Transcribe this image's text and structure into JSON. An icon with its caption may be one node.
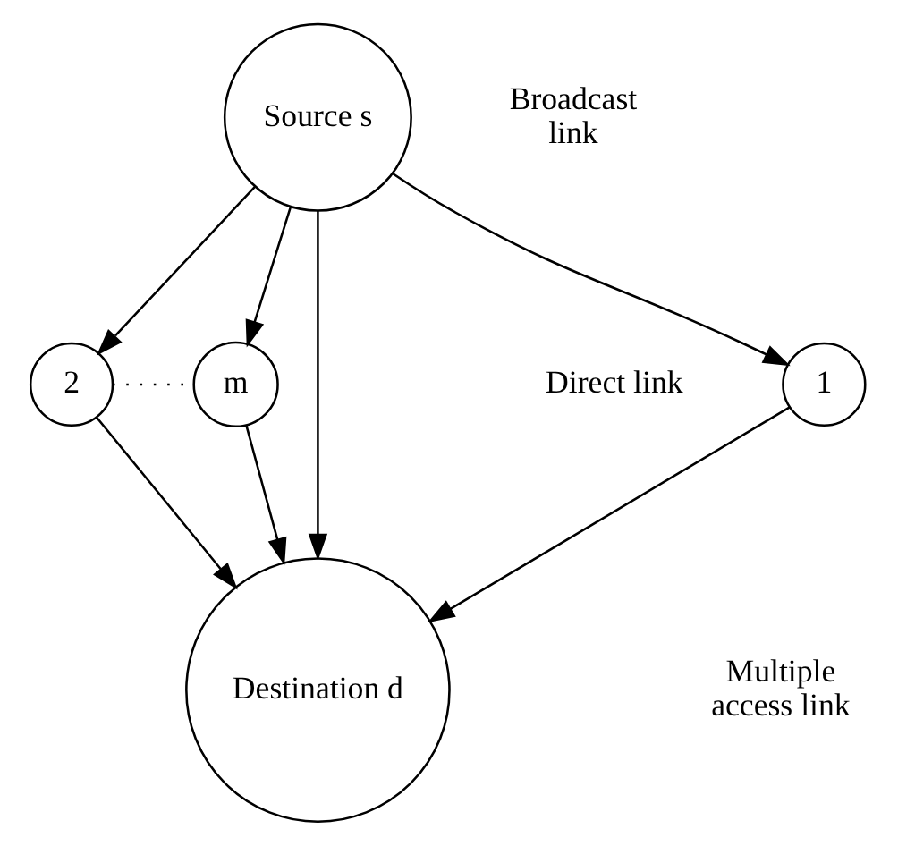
{
  "diagram": {
    "nodes": [
      {
        "text": [
          "Source s"
        ]
      },
      {
        "text": [
          "1"
        ]
      },
      {
        "text": [
          "2"
        ]
      },
      {
        "text": [
          "m"
        ]
      },
      {
        "text": [
          "Destination d"
        ]
      }
    ],
    "edges": [
      {
        "from": 0,
        "to": 4,
        "arrow": "to"
      },
      {
        "from": 0,
        "to": 1,
        "arrow": "to"
      },
      {
        "from": 0,
        "to": 2,
        "arrow": "to"
      },
      {
        "from": 0,
        "to": 3,
        "arrow": "to"
      },
      {
        "from": 1,
        "to": 4,
        "arrow": "to"
      },
      {
        "from": 2,
        "to": 4,
        "arrow": "to"
      },
      {
        "from": 3,
        "to": 4,
        "arrow": "to"
      },
      {
        "from": 2,
        "to": 3,
        "arrow": "none",
        "style": "dashed"
      }
    ],
    "labels": [
      "Broadcast link",
      "Direct link",
      "Multiple access link"
    ]
  }
}
